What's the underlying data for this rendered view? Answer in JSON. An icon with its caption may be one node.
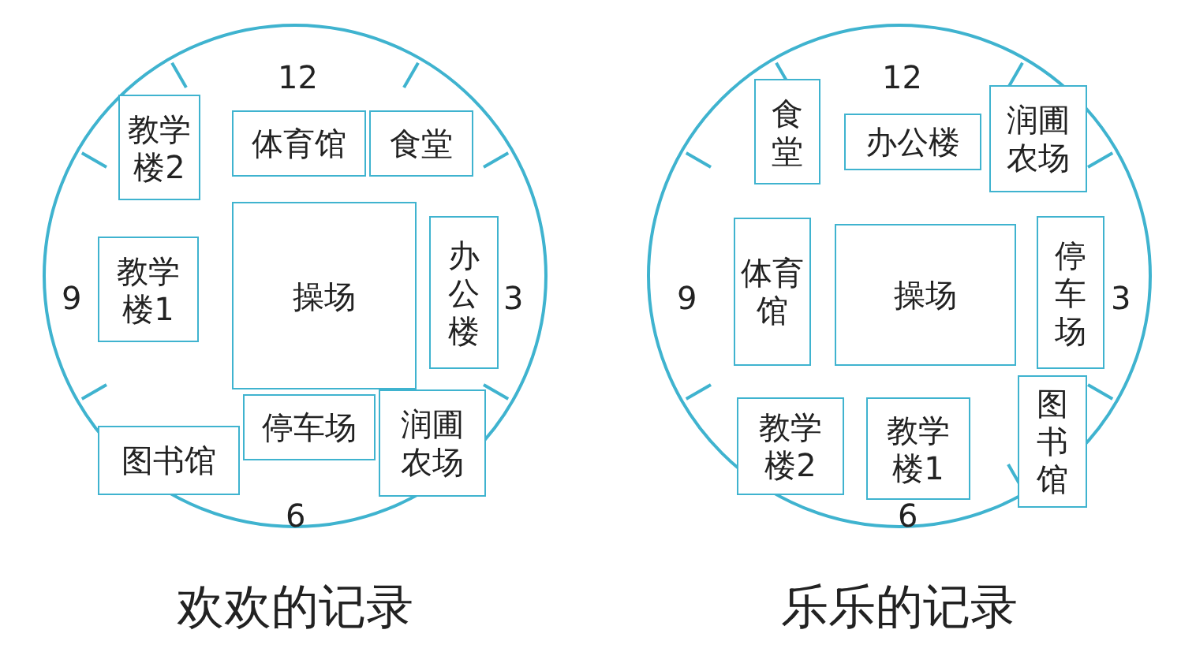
{
  "diagram": {
    "nodes": [
      {
        "text": [],
        "shape": "circle",
        "beside": [
          "欢欢的记录"
        ]
      },
      {
        "text": [
          "教学楼2"
        ],
        "in": 0
      },
      {
        "text": [
          "体育馆"
        ],
        "in": 0
      },
      {
        "text": [
          "食堂"
        ],
        "in": 0
      },
      {
        "text": [
          "教学楼1"
        ],
        "in": 0
      },
      {
        "text": [
          "操场"
        ],
        "in": 0
      },
      {
        "text": [
          "办公楼"
        ],
        "in": 0
      },
      {
        "text": [
          "停车场"
        ],
        "in": 0
      },
      {
        "text": [
          "润圃农场"
        ],
        "in": 0
      },
      {
        "text": [
          "图书馆"
        ],
        "in": 0
      },
      {
        "text": [],
        "shape": "circle",
        "beside": [
          "乐乐的记录"
        ]
      },
      {
        "text": [
          "食堂"
        ],
        "in": 10
      },
      {
        "text": [
          "办公楼"
        ],
        "in": 10
      },
      {
        "text": [
          "润圃农场"
        ],
        "in": 10
      },
      {
        "text": [
          "体育馆"
        ],
        "in": 10
      },
      {
        "text": [
          "操场"
        ],
        "in": 10
      },
      {
        "text": [
          "停车场"
        ],
        "in": 10
      },
      {
        "text": [
          "图书馆"
        ],
        "in": 10
      },
      {
        "text": [
          "教学楼2"
        ],
        "in": 10
      },
      {
        "text": [
          "教学楼1"
        ],
        "in": 10
      }
    ],
    "edges": [],
    "labels": [
      "12",
      "9",
      "3",
      "6",
      "12",
      "9",
      "3",
      "6"
    ]
  }
}
